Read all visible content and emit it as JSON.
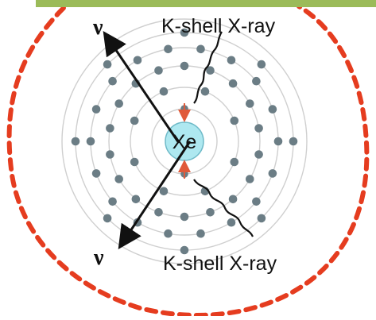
{
  "diagram": {
    "nucleus_label": "Xe",
    "top_right_label": "K-shell X-ray",
    "bottom_right_label": "K-shell X-ray",
    "top_left_symbol": "ν",
    "bottom_left_symbol": "ν",
    "colors": {
      "header_bar": "#9bbb59",
      "dashed_circle": "#e53c1f",
      "nucleus_fill": "#aee8f0",
      "nucleus_stroke": "#6fbac8",
      "electron": "#6b7d85",
      "shell": "#cfcfcf",
      "arrow": "#e05a3a",
      "ink": "#111111"
    },
    "electron_shell_counts": [
      2,
      8,
      18,
      18,
      8
    ]
  }
}
